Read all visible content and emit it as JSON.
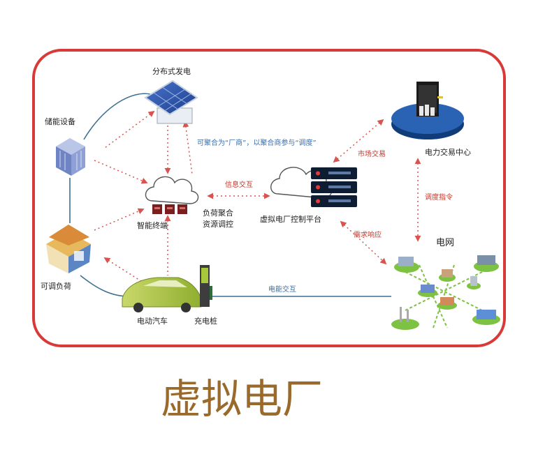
{
  "caption": "虚拟电厂",
  "labels": {
    "solar": "分布式发电",
    "storage": "储能设备",
    "home": "可调负荷",
    "cloud_gateway": "智能终端",
    "aggregator_line1": "负荷聚合",
    "aggregator_line2": "资源调控",
    "ev": "电动汽车",
    "charger": "充电桩",
    "vpp_platform": "虚拟电厂控制平台",
    "dispatch_center": "电力交易中心",
    "grid": "电网",
    "note": "可聚合为“厂商”，以聚合商参与“调度”",
    "link_left": "信息交互",
    "link_top_right": "市场交易",
    "link_right_mid": "需求响应",
    "link_vertical": "调度指令",
    "link_bottom": "电能交互"
  },
  "colors": {
    "frame": "#d83a3a",
    "caption": "#9a6a2c",
    "dotted_arrow": "#d9534f",
    "solid_line": "#3f6f8f"
  }
}
